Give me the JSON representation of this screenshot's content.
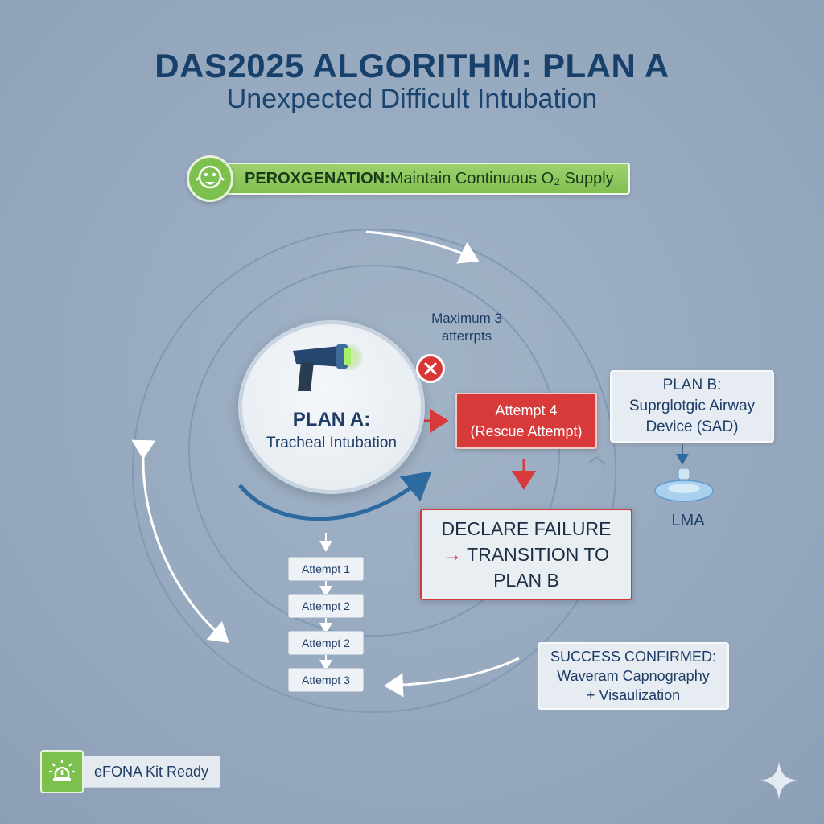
{
  "header": {
    "title": "DAS2025 ALGORITHM: PLAN A",
    "subtitle": "Unexpected Difficult Intubation"
  },
  "preoxygenation": {
    "label_bold": "PEROXGENATION:",
    "label_text": " Maintain Continuous O₂ Supply",
    "icon": "oxygen-mask-icon"
  },
  "plan_a": {
    "title": "PLAN A:",
    "subtitle": "Tracheal Intubation",
    "icon": "laryngoscope-icon"
  },
  "max_attempts": {
    "line1": "Maximum 3",
    "line2": "atterrpts"
  },
  "attempts": [
    {
      "label": "Attempt 1"
    },
    {
      "label": "Attempt 2"
    },
    {
      "label": "Attempt 2"
    },
    {
      "label": "Attempt 3"
    }
  ],
  "attempt4": {
    "line1": "Attempt 4",
    "line2": "(Rescue Attempt)"
  },
  "declare": {
    "line1": "DECLARE FAILURE",
    "arrow": "→",
    "line2": " TRANSITION TO",
    "line3": "PLAN B"
  },
  "plan_b": {
    "line1": "PLAN B:",
    "line2": "Suprglotgic Airway",
    "line3": "Device (SAD)",
    "device_label": "LMA"
  },
  "success": {
    "line1": "SUCCESS CONFIRMED:",
    "line2": "Waveram Capnography",
    "line3": "+ Visaulization"
  },
  "efona": {
    "label": "eFONA Kit Ready",
    "icon": "alarm-light-icon"
  },
  "colors": {
    "background": "#95a8be",
    "navy": "#17406a",
    "green": "#7cc04d",
    "red": "#d83a3a",
    "cycle_arrow": "#2c6aa0"
  }
}
